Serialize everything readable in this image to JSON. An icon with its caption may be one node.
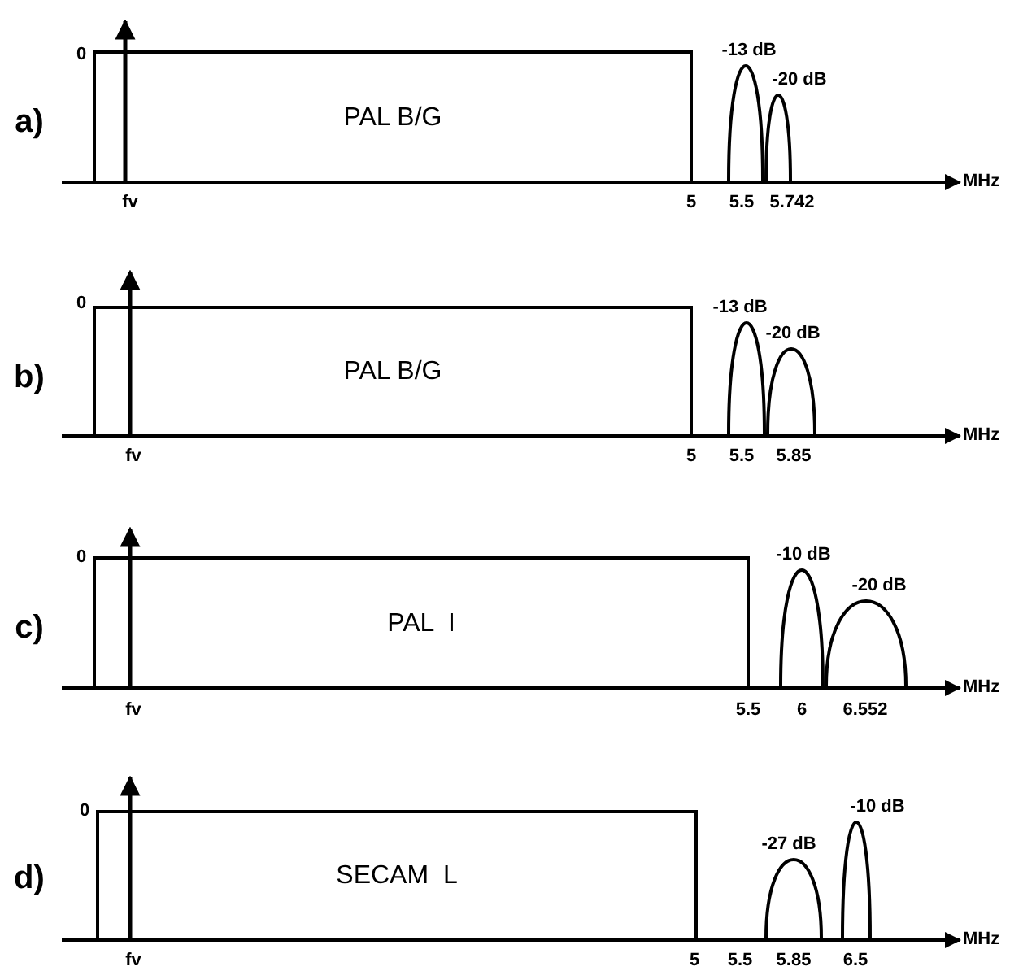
{
  "diagram": {
    "nodes": [
      {
        "text": [
          "PAL B/G"
        ]
      },
      {
        "text": [],
        "shape": "arch",
        "beside": [
          "-13 dB"
        ]
      },
      {
        "text": [],
        "shape": "arch",
        "beside": [
          "-20 dB"
        ]
      },
      {
        "text": [
          "PAL B/G"
        ]
      },
      {
        "text": [],
        "shape": "arch",
        "beside": [
          "-13 dB"
        ]
      },
      {
        "text": [],
        "shape": "arch",
        "beside": [
          "-20 dB"
        ]
      },
      {
        "text": [
          "PAL  I"
        ]
      },
      {
        "text": [],
        "shape": "arch",
        "beside": [
          "-10 dB"
        ]
      },
      {
        "text": [],
        "shape": "arch",
        "beside": [
          "-20 dB"
        ]
      },
      {
        "text": [
          "SECAM  L"
        ]
      },
      {
        "text": [],
        "shape": "arch",
        "beside": [
          "-27 dB"
        ]
      },
      {
        "text": [],
        "shape": "arch",
        "beside": [
          "-10 dB"
        ]
      }
    ],
    "labels": [
      "a)",
      "0",
      "fv",
      "5",
      "5.5",
      "5.742",
      "MHz",
      "b)",
      "0",
      "fv",
      "5",
      "5.5",
      "5.85",
      "MHz",
      "c)",
      "0",
      "fv",
      "5.5",
      "6",
      "6.552",
      "MHz",
      "d)",
      "0",
      "fv",
      "5",
      "5.5",
      "5.85",
      "6.5",
      "MHz"
    ]
  }
}
